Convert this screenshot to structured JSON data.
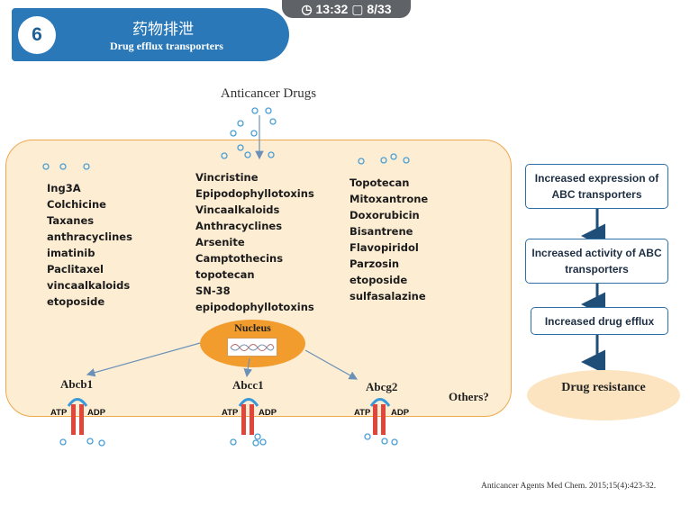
{
  "header": {
    "number": "6",
    "title_cn": "药物排泄",
    "title_en": "Drug efflux transporters"
  },
  "timer": {
    "time": "13:32",
    "pages": "8/33"
  },
  "diagram": {
    "drug_source": "Anticancer Drugs",
    "lists": {
      "left": [
        "Ing3A",
        "Colchicine",
        "Taxanes",
        "anthracyclines",
        "imatinib",
        "Paclitaxel",
        "vincaalkaloids",
        "etoposide"
      ],
      "middle": [
        "Vincristine",
        "Epipodophyllotoxins",
        "Vincaalkaloids",
        "Anthracyclines",
        "Arsenite",
        "Camptothecins",
        "topotecan",
        "SN-38",
        "epipodophyllotoxins"
      ],
      "right": [
        "Topotecan",
        "Mitoxantrone",
        "Doxorubicin",
        "Bisantrene",
        "Flavopiridol",
        "Parzosin",
        "etoposide",
        "sulfasalazine"
      ]
    },
    "nucleus": "Nucleus",
    "transporters": [
      "Abcb1",
      "Abcc1",
      "Abcg2"
    ],
    "atp": "ATP",
    "adp": "ADP",
    "others": "Others?"
  },
  "flow": {
    "steps": [
      "Increased expression of ABC transporters",
      "Increased activity of ABC transporters",
      "Increased drug efflux"
    ],
    "result": "Drug resistance"
  },
  "citation": "Anticancer Agents Med Chem. 2015;15(4):423-32.",
  "colors": {
    "header_blue": "#2a78b7",
    "cell_fill": "#fdedd3",
    "cell_border": "#eea94d",
    "nucleus": "#f39c2e",
    "transporter_red": "#e2453a",
    "transporter_arc": "#3a9ad9",
    "flow_arrow": "#1f4f79",
    "arrow_blue": "#6b91b8",
    "drug_dot": "#4a9fd5"
  }
}
